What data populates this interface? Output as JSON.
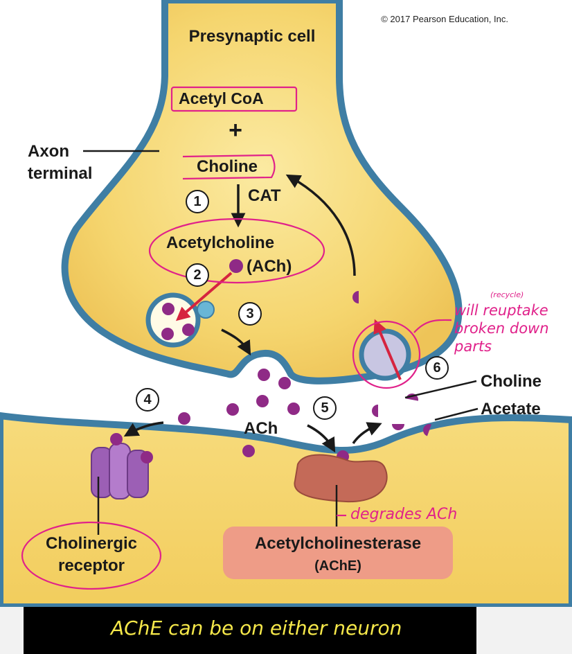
{
  "copyright": "© 2017 Pearson Education, Inc.",
  "labels": {
    "presynaptic_cell": "Presynaptic cell",
    "acetyl_coa": "Acetyl CoA",
    "plus": "+",
    "axon": "Axon",
    "terminal": "terminal",
    "choline_top": "Choline",
    "cat": "CAT",
    "acetylcholine": "Acetylcholine",
    "ach_paren": "(ACh)",
    "ach_cleft": "ACh",
    "choline_right": "Choline",
    "acetate": "Acetate",
    "cholinergic": "Cholinergic",
    "receptor": "receptor",
    "acetylcholinesterase": "Acetylcholinesterase",
    "ache": "(AChE)"
  },
  "steps": [
    "1",
    "2",
    "3",
    "4",
    "5",
    "6"
  ],
  "handwritten": {
    "recycle": "(recycle)",
    "reuptake_1": "will reuptake",
    "reuptake_2": "broken down",
    "reuptake_3": "parts",
    "degrades": "degrades ACh"
  },
  "banner": "AChE can be on either neuron",
  "colors": {
    "cell_fill": "#f5d56e",
    "membrane": "#3f7ea4",
    "ach_dot": "#8f2a86",
    "annotation": "#e0218a",
    "red_arrow": "#d6243f",
    "ache_enzyme": "#c46a58",
    "ache_box": "#ee9c87",
    "receptor": "#9c5fb5",
    "banner_bg": "#000000",
    "banner_text": "#f6e84a"
  }
}
